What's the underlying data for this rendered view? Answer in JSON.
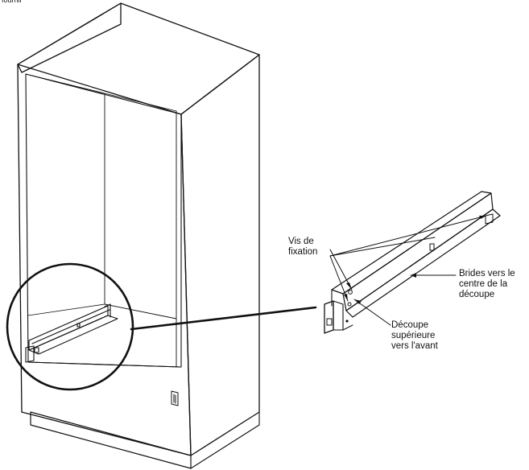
{
  "labels": {
    "top_fragment": "fournir",
    "vis_de_fixation": [
      "Vis de",
      "fixation"
    ],
    "brides": [
      "Brides vers le",
      "centre de la",
      "découpe"
    ],
    "decoupe": [
      "Découpe",
      "supérieure",
      "vers l'avant"
    ]
  },
  "colors": {
    "line": "#111111",
    "background": "#ffffff"
  }
}
